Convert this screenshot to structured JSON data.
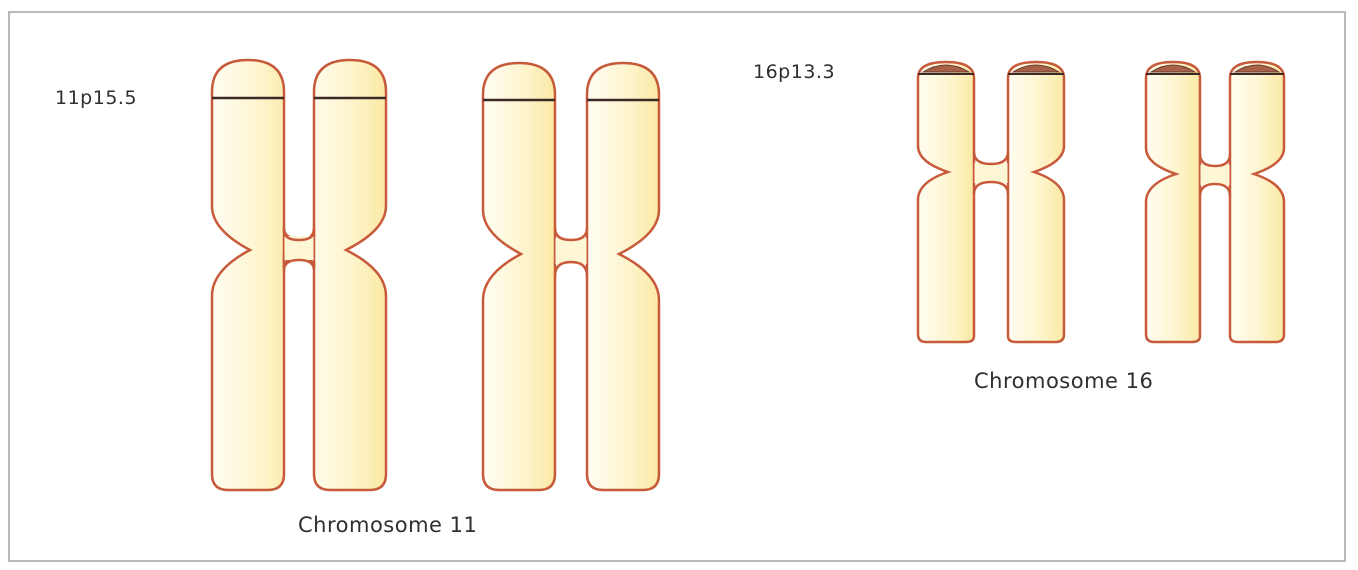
{
  "colors": {
    "outline": "#c75a3a",
    "fill_light": "#fffdf0",
    "fill_dark": "#fbeaa6",
    "band_line": "#3b2a26",
    "cap_fill": "#a8624a"
  },
  "chromosome_11": {
    "band_label": "11p15.5",
    "caption": "Chromosome 11"
  },
  "chromosome_16": {
    "band_label": "16p13.3",
    "caption": "Chromosome 16"
  }
}
